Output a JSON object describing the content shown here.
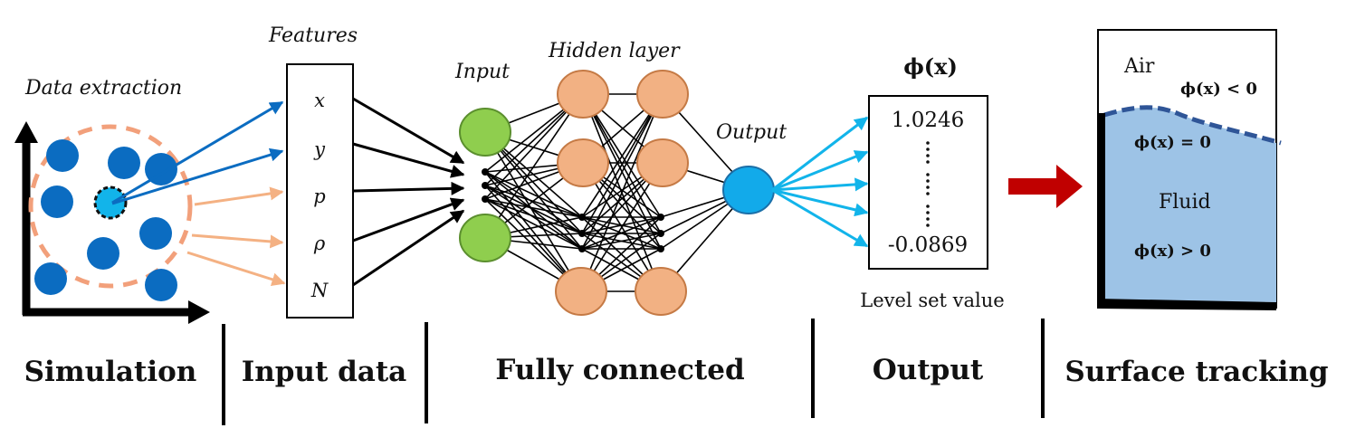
{
  "simulation": {
    "title": "Data extraction",
    "particle_color": "#0b6cc1",
    "selected_particle_color": "#12b4ea",
    "neighborhood_color": "#f2a07b"
  },
  "features": {
    "title": "Features",
    "items": [
      "x",
      "y",
      "p",
      "ρ",
      "N"
    ]
  },
  "network": {
    "input_label": "Input",
    "hidden_label": "Hidden layer",
    "output_label": "Output",
    "input_color": "#8fce4e",
    "hidden_color": "#f2b183",
    "output_color": "#12aaea"
  },
  "output_box": {
    "title": "ϕ(x)",
    "first_value": "1.0246",
    "last_value": "-0.0869",
    "caption": "Level set value"
  },
  "surface": {
    "air_label": "Air",
    "fluid_label": "Fluid",
    "neg_label": "ϕ(x) < 0",
    "zero_label": "ϕ(x) = 0",
    "pos_label": "ϕ(x) > 0",
    "fluid_color": "#9dc3e6",
    "interface_color": "#2f5597",
    "arrow_color": "#c00000"
  },
  "sections": [
    "Simulation",
    "Input data",
    "Fully connected",
    "Output",
    "Surface tracking"
  ]
}
